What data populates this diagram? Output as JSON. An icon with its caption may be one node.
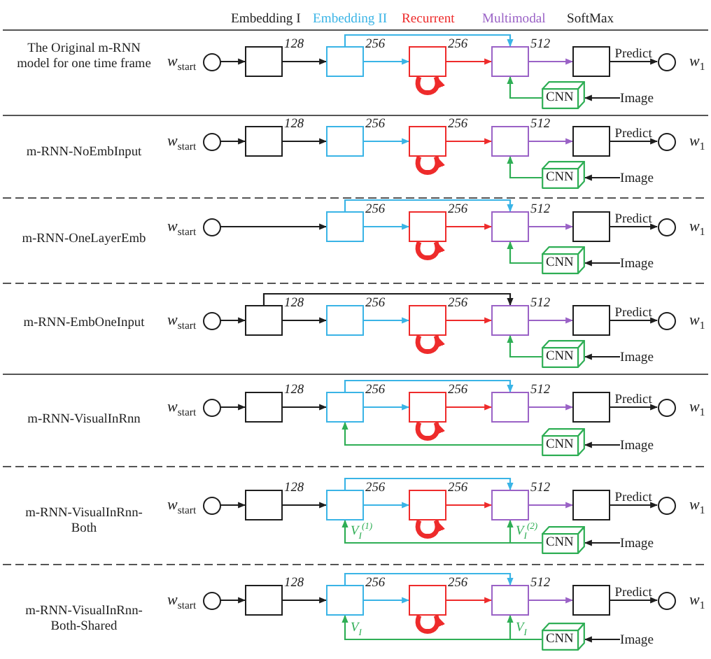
{
  "diagram": {
    "nodes": [
      {
        "text": [],
        "shape": "circle",
        "beside": [
          "*w*$_{start}$"
        ]
      },
      {
        "text": [],
        "shape": "box",
        "beside": [
          "128"
        ]
      },
      {
        "text": [],
        "shape": "box",
        "beside": [
          "256"
        ]
      },
      {
        "text": [],
        "shape": "box",
        "beside": [
          "256"
        ]
      },
      {
        "text": [],
        "shape": "box",
        "beside": [
          "512"
        ]
      },
      {
        "text": [],
        "shape": "box"
      },
      {
        "text": [],
        "shape": "circle",
        "beside": [
          "*w*$_{1}$"
        ]
      },
      {
        "text": [
          "CNN"
        ]
      },
      {
        "text": [
          "Image"
        ]
      },
      {
        "text": [],
        "shape": "circle",
        "beside": [
          "*w*$_{start}$"
        ]
      },
      {
        "text": [],
        "shape": "box",
        "beside": [
          "128"
        ]
      },
      {
        "text": [],
        "shape": "box",
        "beside": [
          "256"
        ]
      },
      {
        "text": [],
        "shape": "box",
        "beside": [
          "256"
        ]
      },
      {
        "text": [],
        "shape": "box",
        "beside": [
          "512"
        ]
      },
      {
        "text": [],
        "shape": "box"
      },
      {
        "text": [],
        "shape": "circle",
        "beside": [
          "*w*$_{1}$"
        ]
      },
      {
        "text": [
          "CNN"
        ]
      },
      {
        "text": [
          "Image"
        ]
      },
      {
        "text": [],
        "shape": "circle",
        "beside": [
          "*w*$_{start}$"
        ]
      },
      {
        "text": [],
        "shape": "box",
        "beside": [
          "256"
        ]
      },
      {
        "text": [],
        "shape": "box",
        "beside": [
          "256"
        ]
      },
      {
        "text": [],
        "shape": "box",
        "beside": [
          "512"
        ]
      },
      {
        "text": [],
        "shape": "box"
      },
      {
        "text": [],
        "shape": "circle",
        "beside": [
          "*w*$_{1}$"
        ]
      },
      {
        "text": [
          "CNN"
        ]
      },
      {
        "text": [
          "Image"
        ]
      },
      {
        "text": [],
        "shape": "circle",
        "beside": [
          "*w*$_{start}$"
        ]
      },
      {
        "text": [],
        "shape": "box",
        "beside": [
          "128"
        ]
      },
      {
        "text": [],
        "shape": "box",
        "beside": [
          "256"
        ]
      },
      {
        "text": [],
        "shape": "box",
        "beside": [
          "256"
        ]
      },
      {
        "text": [],
        "shape": "box",
        "beside": [
          "512"
        ]
      },
      {
        "text": [],
        "shape": "box"
      },
      {
        "text": [],
        "shape": "circle",
        "beside": [
          "*w*$_{1}$"
        ]
      },
      {
        "text": [
          "CNN"
        ]
      },
      {
        "text": [
          "Image"
        ]
      },
      {
        "text": [],
        "shape": "circle",
        "beside": [
          "*w*$_{start}$"
        ]
      },
      {
        "text": [],
        "shape": "box",
        "beside": [
          "128"
        ]
      },
      {
        "text": [],
        "shape": "box",
        "beside": [
          "256"
        ]
      },
      {
        "text": [],
        "shape": "box",
        "beside": [
          "256"
        ]
      },
      {
        "text": [],
        "shape": "box",
        "beside": [
          "512"
        ]
      },
      {
        "text": [],
        "shape": "box"
      },
      {
        "text": [],
        "shape": "circle",
        "beside": [
          "*w*$_{1}$"
        ]
      },
      {
        "text": [
          "CNN"
        ]
      },
      {
        "text": [
          "Image"
        ]
      },
      {
        "text": [],
        "shape": "circle",
        "beside": [
          "*w*$_{start}$"
        ]
      },
      {
        "text": [],
        "shape": "box",
        "beside": [
          "128"
        ]
      },
      {
        "text": [],
        "shape": "box",
        "beside": [
          "256"
        ]
      },
      {
        "text": [],
        "shape": "box",
        "beside": [
          "256"
        ]
      },
      {
        "text": [],
        "shape": "box",
        "beside": [
          "512"
        ]
      },
      {
        "text": [],
        "shape": "box"
      },
      {
        "text": [],
        "shape": "circle",
        "beside": [
          "*w*$_{1}$"
        ]
      },
      {
        "text": [
          "CNN"
        ]
      },
      {
        "text": [
          "Image"
        ]
      },
      {
        "text": [],
        "shape": "circle",
        "beside": [
          "*w*$_{start}$"
        ]
      },
      {
        "text": [],
        "shape": "box",
        "beside": [
          "128"
        ]
      },
      {
        "text": [],
        "shape": "box",
        "beside": [
          "256"
        ]
      },
      {
        "text": [],
        "shape": "box",
        "beside": [
          "256"
        ]
      },
      {
        "text": [],
        "shape": "box",
        "beside": [
          "512"
        ]
      },
      {
        "text": [],
        "shape": "box"
      },
      {
        "text": [],
        "shape": "circle",
        "beside": [
          "*w*$_{1}$"
        ]
      },
      {
        "text": [
          "CNN"
        ]
      },
      {
        "text": [
          "Image"
        ]
      }
    ],
    "edges": [
      {
        "from": 0,
        "to": 1,
        "arrow": "to"
      },
      {
        "from": 1,
        "to": 2,
        "arrow": "to"
      },
      {
        "from": 2,
        "to": 4,
        "arrow": "to",
        "color": "#3ab4e6"
      },
      {
        "from": 2,
        "to": 3,
        "arrow": "to",
        "color": "#3ab4e6"
      },
      {
        "from": 3,
        "to": 4,
        "arrow": "to",
        "color": "#ee2b2b"
      },
      {
        "from": 3,
        "to": 3,
        "arrow": "to",
        "style": "thick",
        "color": "#ee2b2b"
      },
      {
        "from": 4,
        "to": 5,
        "arrow": "to",
        "color": "#9a62c6"
      },
      {
        "from": 5,
        "to": 6,
        "arrow": "to",
        "label": "Predict"
      },
      {
        "from": 7,
        "to": 4,
        "arrow": "to",
        "color": "#2fae55"
      },
      {
        "from": 8,
        "to": 7,
        "arrow": "to"
      },
      {
        "from": 9,
        "to": 10,
        "arrow": "to"
      },
      {
        "from": 10,
        "to": 11,
        "arrow": "to"
      },
      {
        "from": 11,
        "to": 12,
        "arrow": "to",
        "color": "#3ab4e6"
      },
      {
        "from": 12,
        "to": 13,
        "arrow": "to",
        "color": "#ee2b2b"
      },
      {
        "from": 12,
        "to": 12,
        "arrow": "to",
        "style": "thick",
        "color": "#ee2b2b"
      },
      {
        "from": 13,
        "to": 14,
        "arrow": "to",
        "color": "#9a62c6"
      },
      {
        "from": 14,
        "to": 15,
        "arrow": "to",
        "label": "Predict"
      },
      {
        "from": 16,
        "to": 13,
        "arrow": "to",
        "color": "#2fae55"
      },
      {
        "from": 17,
        "to": 16,
        "arrow": "to"
      },
      {
        "from": 18,
        "to": 19,
        "arrow": "to"
      },
      {
        "from": 19,
        "to": 21,
        "arrow": "to",
        "color": "#3ab4e6"
      },
      {
        "from": 19,
        "to": 20,
        "arrow": "to",
        "color": "#3ab4e6"
      },
      {
        "from": 20,
        "to": 21,
        "arrow": "to",
        "color": "#ee2b2b"
      },
      {
        "from": 20,
        "to": 20,
        "arrow": "to",
        "style": "thick",
        "color": "#ee2b2b"
      },
      {
        "from": 21,
        "to": 22,
        "arrow": "to",
        "color": "#9a62c6"
      },
      {
        "from": 22,
        "to": 23,
        "arrow": "to",
        "label": "Predict"
      },
      {
        "from": 24,
        "to": 21,
        "arrow": "to",
        "color": "#2fae55"
      },
      {
        "from": 25,
        "to": 24,
        "arrow": "to"
      },
      {
        "from": 26,
        "to": 27,
        "arrow": "to"
      },
      {
        "from": 27,
        "to": 30,
        "arrow": "to"
      },
      {
        "from": 27,
        "to": 28,
        "arrow": "to"
      },
      {
        "from": 28,
        "to": 29,
        "arrow": "to",
        "color": "#3ab4e6"
      },
      {
        "from": 29,
        "to": 30,
        "arrow": "to",
        "color": "#ee2b2b"
      },
      {
        "from": 29,
        "to": 29,
        "arrow": "to",
        "style": "thick",
        "color": "#ee2b2b"
      },
      {
        "from": 30,
        "to": 31,
        "arrow": "to",
        "color": "#9a62c6"
      },
      {
        "from": 31,
        "to": 32,
        "arrow": "to",
        "label": "Predict"
      },
      {
        "from": 33,
        "to": 30,
        "arrow": "to",
        "color": "#2fae55"
      },
      {
        "from": 34,
        "to": 33,
        "arrow": "to"
      },
      {
        "from": 35,
        "to": 36,
        "arrow": "to"
      },
      {
        "from": 36,
        "to": 37,
        "arrow": "to"
      },
      {
        "from": 37,
        "to": 39,
        "arrow": "to",
        "color": "#3ab4e6"
      },
      {
        "from": 37,
        "to": 38,
        "arrow": "to",
        "color": "#3ab4e6"
      },
      {
        "from": 38,
        "to": 39,
        "arrow": "to",
        "color": "#ee2b2b"
      },
      {
        "from": 38,
        "to": 38,
        "arrow": "to",
        "style": "thick",
        "color": "#ee2b2b"
      },
      {
        "from": 39,
        "to": 40,
        "arrow": "to",
        "color": "#9a62c6"
      },
      {
        "from": 40,
        "to": 41,
        "arrow": "to",
        "label": "Predict"
      },
      {
        "from": 42,
        "to": 37,
        "arrow": "to",
        "color": "#2fae55"
      },
      {
        "from": 43,
        "to": 42,
        "arrow": "to"
      },
      {
        "from": 44,
        "to": 45,
        "arrow": "to"
      },
      {
        "from": 45,
        "to": 46,
        "arrow": "to"
      },
      {
        "from": 46,
        "to": 48,
        "arrow": "to",
        "color": "#3ab4e6"
      },
      {
        "from": 46,
        "to": 47,
        "arrow": "to",
        "color": "#3ab4e6"
      },
      {
        "from": 47,
        "to": 48,
        "arrow": "to",
        "color": "#ee2b2b"
      },
      {
        "from": 47,
        "to": 47,
        "arrow": "to",
        "style": "thick",
        "color": "#ee2b2b"
      },
      {
        "from": 48,
        "to": 49,
        "arrow": "to",
        "color": "#9a62c6"
      },
      {
        "from": 49,
        "to": 50,
        "arrow": "to",
        "label": "Predict"
      },
      {
        "from": 51,
        "to": 46,
        "arrow": "to",
        "color": "#2fae55",
        "label": "V$_{I}$$^{(1)}$"
      },
      {
        "from": 51,
        "to": 48,
        "arrow": "to",
        "color": "#2fae55",
        "label": "V$_{I}$$^{(2)}$"
      },
      {
        "from": 52,
        "to": 51,
        "arrow": "to"
      },
      {
        "from": 53,
        "to": 54,
        "arrow": "to"
      },
      {
        "from": 54,
        "to": 55,
        "arrow": "to"
      },
      {
        "from": 55,
        "to": 57,
        "arrow": "to",
        "color": "#3ab4e6"
      },
      {
        "from": 55,
        "to": 56,
        "arrow": "to",
        "color": "#3ab4e6"
      },
      {
        "from": 56,
        "to": 57,
        "arrow": "to",
        "color": "#ee2b2b"
      },
      {
        "from": 56,
        "to": 56,
        "arrow": "to",
        "style": "thick",
        "color": "#ee2b2b"
      },
      {
        "from": 57,
        "to": 58,
        "arrow": "to",
        "color": "#9a62c6"
      },
      {
        "from": 58,
        "to": 59,
        "arrow": "to",
        "label": "Predict"
      },
      {
        "from": 60,
        "to": 55,
        "arrow": "to",
        "color": "#2fae55",
        "label": "V$_{I}$"
      },
      {
        "from": 60,
        "to": 57,
        "arrow": "to",
        "color": "#2fae55",
        "label": "V$_{I}$"
      },
      {
        "from": 61,
        "to": 60,
        "arrow": "to"
      }
    ],
    "labels": [
      "Embedding I",
      "Embedding II",
      "Recurrent",
      "Multimodal",
      "SoftMax",
      "The Original m-RNN model for one time frame",
      "m-RNN-NoEmbInput",
      "m-RNN-OneLayerEmb",
      "m-RNN-EmbOneInput",
      "m-RNN-VisualInRnn",
      "m-RNN-VisualInRnn-Both",
      "m-RNN-VisualInRnn-Both-Shared"
    ]
  }
}
